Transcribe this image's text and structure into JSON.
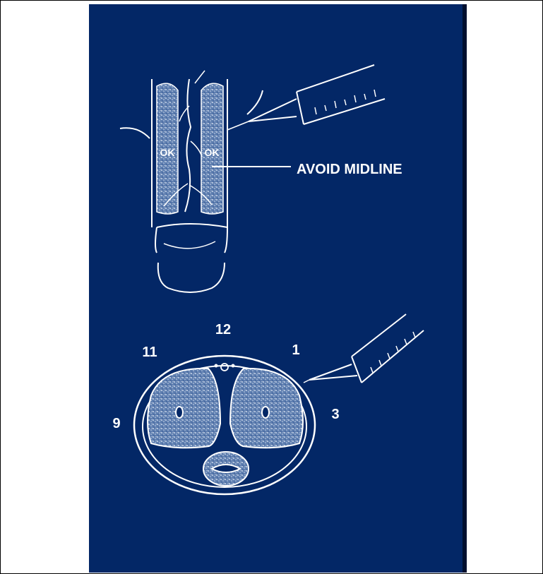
{
  "colors": {
    "panel": "#032766",
    "line": "#ffffff",
    "tissue": "#8fa6c9"
  },
  "top_diagram": {
    "ok_left": "OK",
    "ok_right": "OK",
    "callout": "AVOID MIDLINE"
  },
  "bottom_diagram": {
    "positions": {
      "p12": "12",
      "p11": "11",
      "p1": "1",
      "p9": "9",
      "p3": "3"
    }
  }
}
